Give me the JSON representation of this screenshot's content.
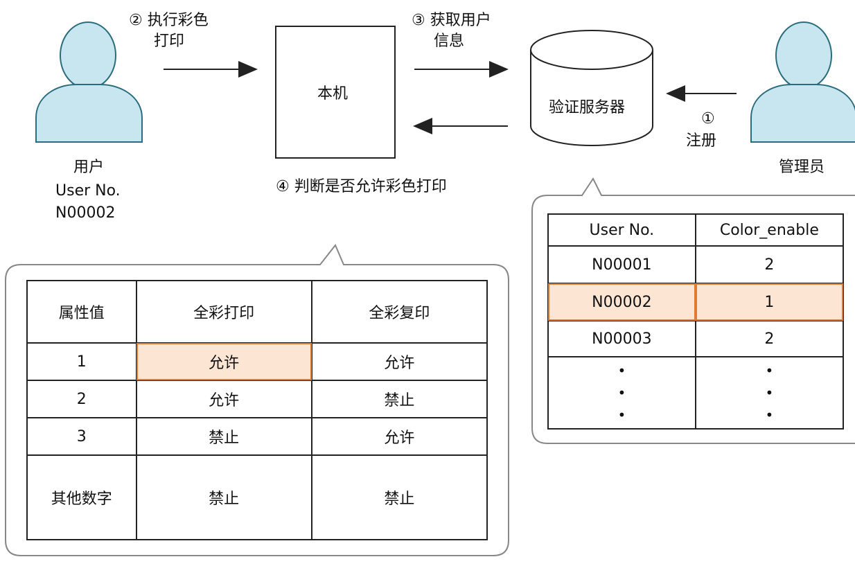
{
  "steps": {
    "step2": "② 执行彩色",
    "step2b": "打印",
    "step3": "③ 获取用户",
    "step3b": "信息",
    "step4": "④ 判断是否允许彩色打印",
    "step1": "①",
    "step1b": "注册"
  },
  "user": {
    "label": "用户",
    "no_label": "User No.",
    "no_value": "N00002"
  },
  "admin": {
    "label": "管理员"
  },
  "device": {
    "label": "本机"
  },
  "server": {
    "label": "验证服务器"
  },
  "attr_table": {
    "headers": [
      "属性值",
      "全彩打印",
      "全彩复印"
    ],
    "rows": [
      [
        "1",
        "允许",
        "允许"
      ],
      [
        "2",
        "允许",
        "禁止"
      ],
      [
        "3",
        "禁止",
        "允许"
      ],
      [
        "其他数字",
        "禁止",
        "禁止"
      ]
    ],
    "highlight_cell": {
      "row": 0,
      "col": 1
    }
  },
  "user_table": {
    "headers": [
      "User No.",
      "Color_enable"
    ],
    "rows": [
      [
        "N00001",
        "2"
      ],
      [
        "N00002",
        "1"
      ],
      [
        "N00003",
        "2"
      ]
    ],
    "ellipsis": "•",
    "highlight_row": 1
  },
  "colors": {
    "person_fill": "#c8e6ef",
    "person_stroke": "#2a6c7c",
    "highlight_fill": "#fde5d4",
    "highlight_border": "#e07a2e",
    "callout_border": "#888888"
  },
  "icons": [
    "user-icon",
    "admin-icon",
    "database-icon"
  ]
}
